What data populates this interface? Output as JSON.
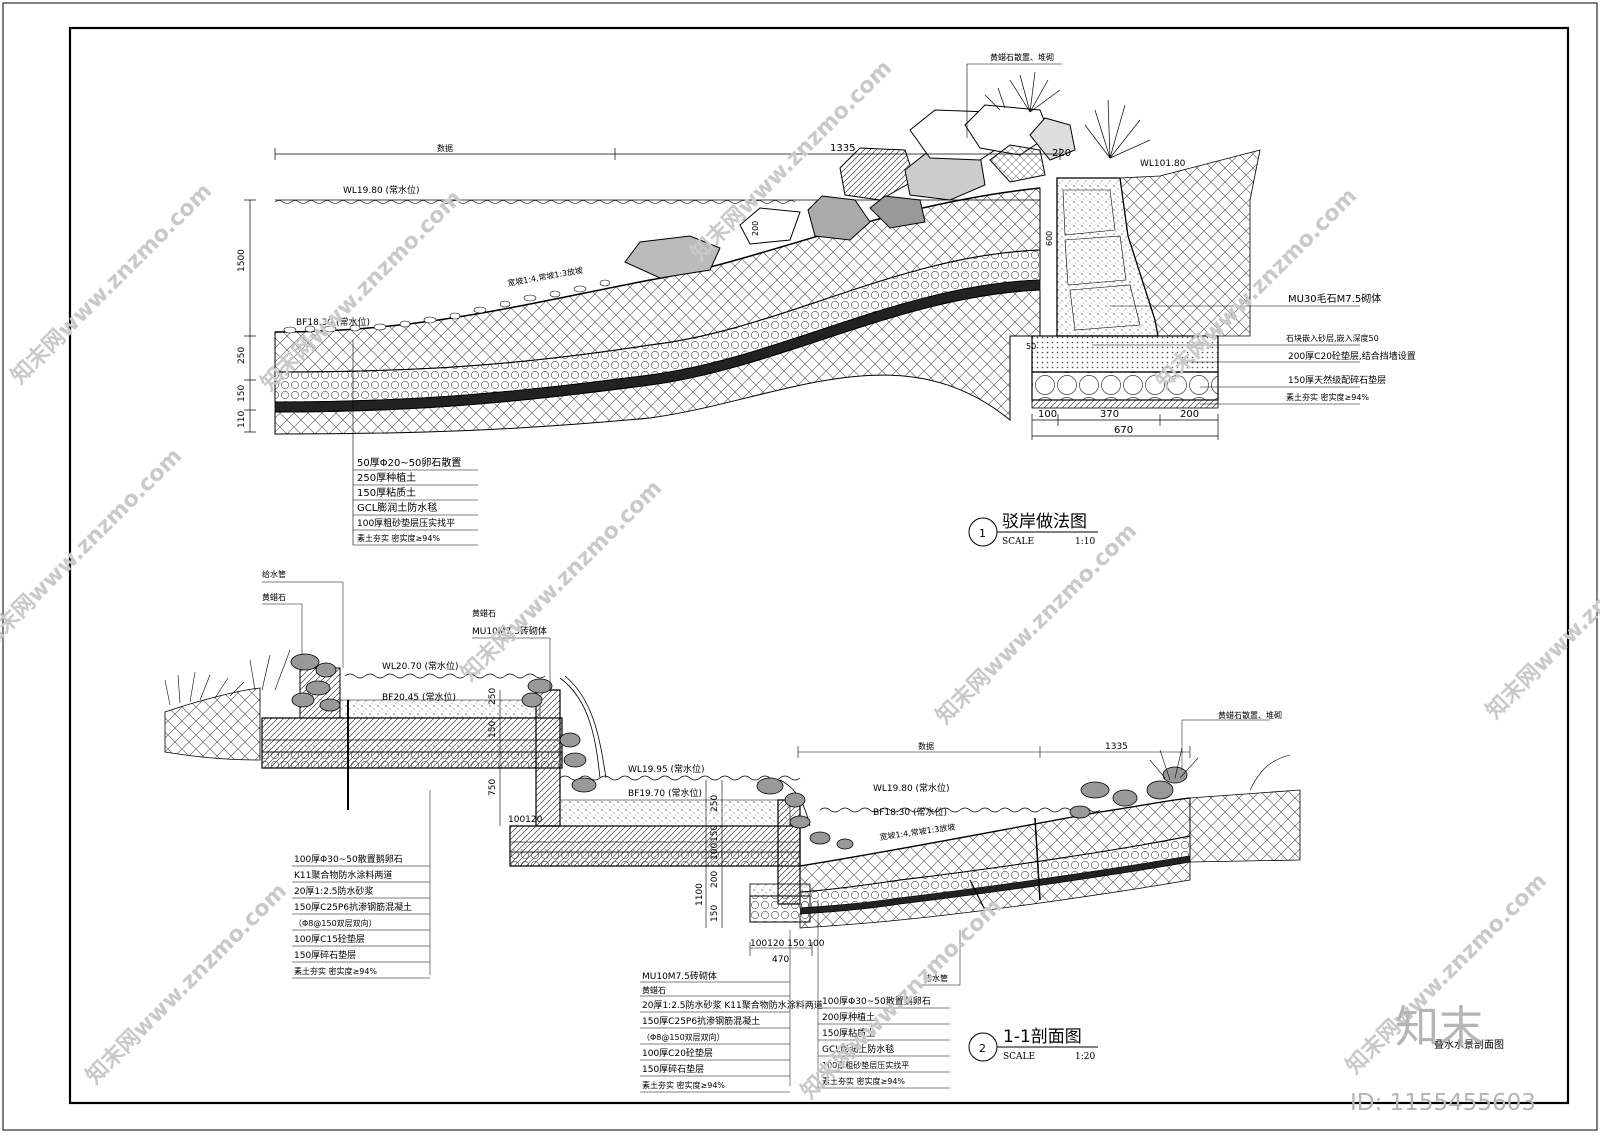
{
  "detail1": {
    "number": "1",
    "title": "驳岸做法图",
    "scale_label": "SCALE",
    "scale_value": "1:10",
    "top_note": "黄蜡石散置、堆砌",
    "dim_width_label": "数据",
    "dim_1335": "1335",
    "dim_220": "220",
    "water_level": "WL19.80 (常水位)",
    "water_level_right": "WL101.80",
    "pool_bottom": "BF18.30 (常水位)",
    "slope_note": "宽坡1:4,常坡1:3放坡",
    "dim_200": "200",
    "dim_600": "600",
    "left_dims": [
      "1500",
      "250",
      "150",
      "110"
    ],
    "right_notes": [
      "MU30毛石M7.5砌体",
      "石块嵌入砂层,嵌入深度50",
      "200厚C20砼垫层,结合挡墙设置",
      "150厚天然级配碎石垫层",
      "素土夯实 密实度≥94%"
    ],
    "base_dims": [
      "100",
      "370",
      "200"
    ],
    "base_total": "670",
    "base_small": "50",
    "layers": [
      "50厚Φ20~50卵石散置",
      "250厚种植土",
      "150厚粘质土",
      "GCL膨润土防水毯",
      "100厚粗砂垫层压实找平",
      "素土夯实 密实度≥94%"
    ]
  },
  "detail2": {
    "number": "2",
    "title": "1-1剖面图",
    "scale_label": "SCALE",
    "scale_value": "1:20",
    "left_notes": [
      "给水管",
      "黄蜡石"
    ],
    "mid_notes": [
      "黄蜡石",
      "MU10M7.5砖砌体"
    ],
    "right_note": "黄蜡石散置、堆砌",
    "wl_upper": "WL20.70 (常水位)",
    "bf_upper": "BF20.45 (常水位)",
    "wl_mid": "WL19.95 (常水位)",
    "bf_mid": "BF19.70 (常水位)",
    "wl_low": "WL19.80 (常水位)",
    "bf_low": "BF18.30 (常水位)",
    "slope_note": "宽坡1:4,常坡1:3放坡",
    "dim_width_label": "数据",
    "dim_1335": "1335",
    "vdims": [
      "250",
      "150",
      "750",
      "250",
      "150",
      "1100",
      "200",
      "150",
      "100"
    ],
    "dim_100120": "100120",
    "bottom_dims": "100120 150 100",
    "bottom_total": "470",
    "layers_left": [
      "100厚Φ30~50散置鹅卵石",
      "K11聚合物防水涂料两道",
      "20厚1:2.5防水砂浆",
      "150厚C25P6抗渗钢筋混凝土",
      "（Φ8@150双层双向）",
      "100厚C15砼垫层",
      "150厚碎石垫层",
      "素土夯实 密实度≥94%"
    ],
    "layers_mid": [
      "MU10M7.5砖砌体",
      "黄蜡石",
      "20厚1:2.5防水砂浆 K11聚合物防水涂料两道",
      "150厚C25P6抗渗钢筋混凝土",
      "（Φ8@150双层双向）",
      "100厚C20砼垫层",
      "150厚碎石垫层",
      "素土夯实 密实度≥94%"
    ],
    "pipe_label": "排水管",
    "layers_right": [
      "100厚Φ30~50散置鹅卵石",
      "200厚种植土",
      "150厚粘质土",
      "GCL膨润土防水毯",
      "100厚粗砂垫层压实找平",
      "素土夯实 密实度≥94%"
    ],
    "corner_text": "叠水水景剖面图"
  },
  "watermark": {
    "repeat_text": "知末网www.znzmo.com",
    "logo": "知末",
    "id": "ID: 1155455603"
  }
}
